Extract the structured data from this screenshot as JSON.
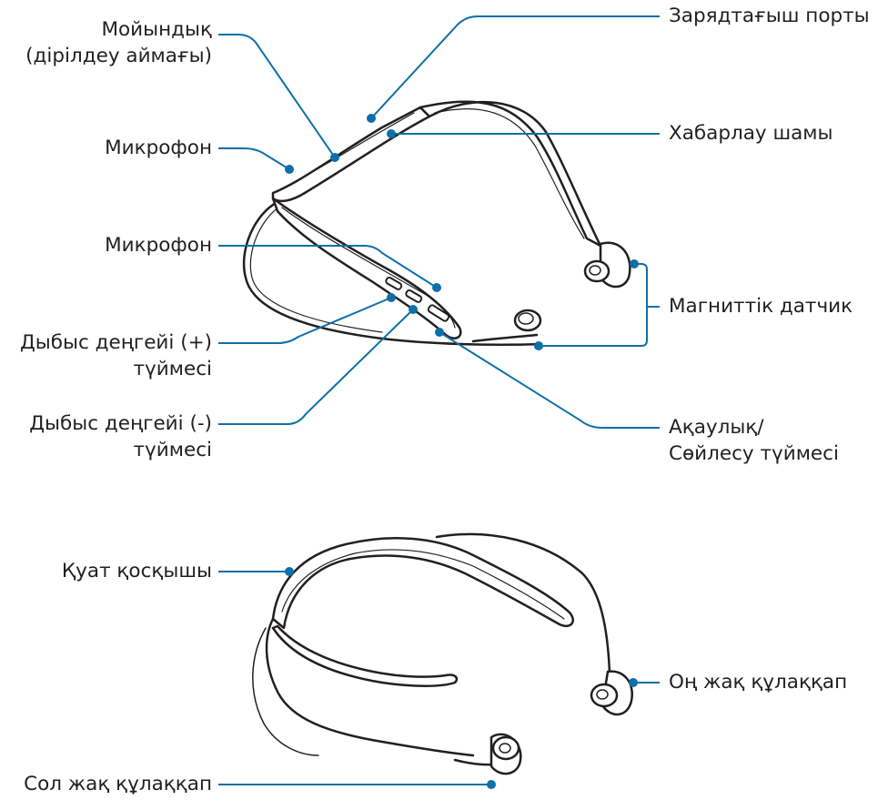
{
  "labels": {
    "neckband_line1": "Мойындық",
    "neckband_line2": "(дірілдеу аймағы)",
    "mic_top": "Микрофон",
    "mic_mid": "Микрофон",
    "vol_up_line1": "Дыбыс деңгейі (+)",
    "vol_up_line2": "түймесі",
    "vol_down_line1": "Дыбыс деңгейі (-)",
    "vol_down_line2": "түймесі",
    "charging_port": "Зарядтағыш порты",
    "notification_light": "Хабарлау шамы",
    "magnetic_sensor": "Магниттік датчик",
    "call_button_line1": "Ақаулық/",
    "call_button_line2": "Сөйлесу түймесі",
    "power_switch": "Қуат қосқышы",
    "right_earbud": "Оң жақ құлаққап",
    "left_earbud": "Сол жақ құлаққап"
  },
  "colors": {
    "callout": "#0f6fa8",
    "outline": "#231f20",
    "body_fill": "#ffffff",
    "accent_fill": "#e8e8e8"
  }
}
